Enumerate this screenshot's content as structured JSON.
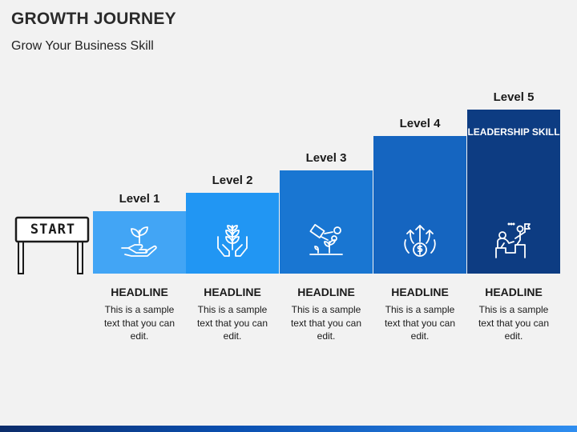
{
  "title": "GROWTH JOURNEY",
  "subtitle": "Grow Your Business Skill",
  "start_label": "START",
  "levels": [
    {
      "label": "Level 1",
      "headline": "HEADLINE",
      "text": "This is a sample text that you can edit.",
      "color": "#42a5f5",
      "icon": "hand-plant-icon"
    },
    {
      "label": "Level 2",
      "headline": "HEADLINE",
      "text": "This is a sample text that you can edit.",
      "color": "#2196f3",
      "icon": "hands-sprout-icon"
    },
    {
      "label": "Level 3",
      "headline": "HEADLINE",
      "text": "This is a sample text that you can edit.",
      "color": "#1976d2",
      "icon": "watering-plant-icon"
    },
    {
      "label": "Level 4",
      "headline": "HEADLINE",
      "text": "This is a sample text that you can edit.",
      "color": "#1565c0",
      "icon": "dollar-arrows-icon"
    },
    {
      "label": "Level 5",
      "headline": "HEADLINE",
      "text": "This is a sample text that you can edit.",
      "color": "#0d3c82",
      "icon": "leadership-climb-icon",
      "bar_text": "LEADERSHIP SKILL"
    }
  ]
}
